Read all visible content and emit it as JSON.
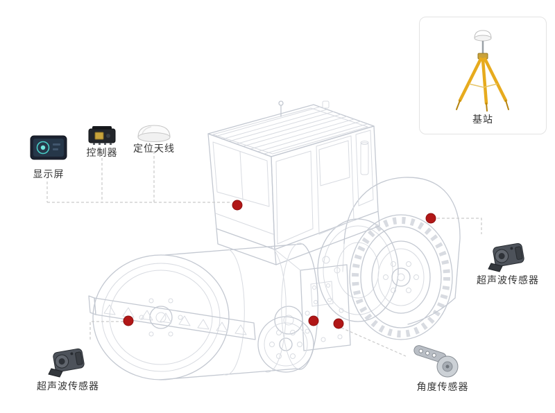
{
  "components": {
    "display": {
      "label": "显示屏",
      "icon": "display-device-icon"
    },
    "controller": {
      "label": "控制器",
      "icon": "controller-device-icon"
    },
    "antenna": {
      "label": "定位天线",
      "icon": "gnss-antenna-icon"
    },
    "base_station": {
      "label": "基站",
      "icon": "tripod-base-station-icon"
    },
    "ultrasonic_right": {
      "label": "超声波传感器",
      "icon": "ultrasonic-sensor-icon"
    },
    "ultrasonic_left": {
      "label": "超声波传感器",
      "icon": "ultrasonic-sensor-icon"
    },
    "angle_sensor": {
      "label": "角度传感器",
      "icon": "angle-sensor-icon"
    }
  },
  "markers": [
    "cab",
    "rear-body",
    "drum",
    "frame-left",
    "frame-right"
  ],
  "colors": {
    "marker": "#b11717",
    "marker_edge": "#8e1111",
    "connector": "#c9c9c9",
    "machine_line": "#c3c8d1",
    "machine_line_2": "#d8dbe1",
    "label_text": "#333333",
    "tripod_yellow": "#e7ab1e",
    "tripod_dark": "#b5830f",
    "card_border": "#e3e3e3"
  }
}
